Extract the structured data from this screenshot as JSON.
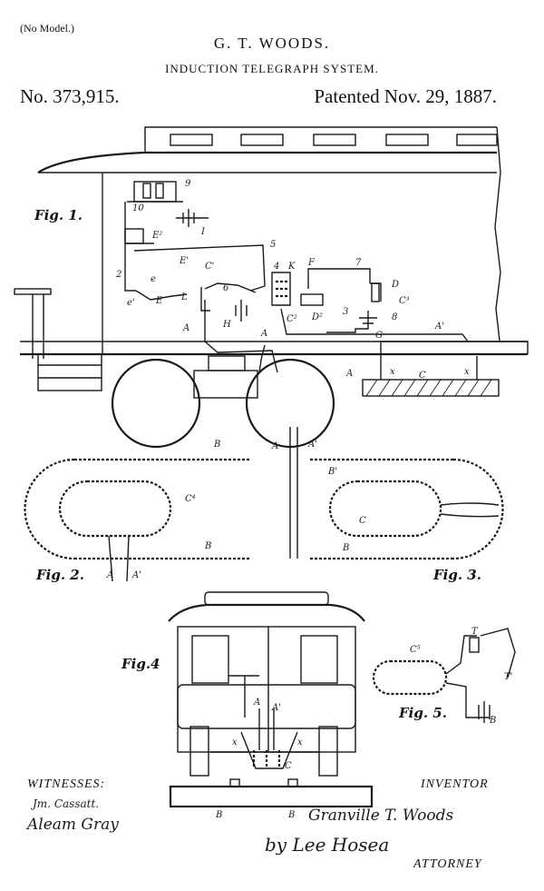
{
  "header": {
    "model_note": "(No Model.)",
    "inventor": "G. T. WOODS.",
    "title": "INDUCTION TELEGRAPH SYSTEM.",
    "patent_number": "No. 373,915.",
    "patented_date": "Patented Nov. 29, 1887."
  },
  "figures": {
    "fig1": "Fig. 1.",
    "fig2": "Fig. 2.",
    "fig3": "Fig. 3.",
    "fig4": "Fig.4",
    "fig5": "Fig. 5."
  },
  "reference_labels": {
    "fig1": [
      "9",
      "10",
      "I",
      "E²",
      "5",
      "2",
      "E'",
      "C'",
      "6",
      "4",
      "K",
      "F",
      "7",
      "D",
      "C³",
      "3",
      "8",
      "G",
      "D²",
      "C²",
      "e",
      "E",
      "L",
      "e'",
      "H",
      "A",
      "A",
      "A'",
      "A",
      "x",
      "C",
      "x"
    ],
    "fig2_3": [
      "B",
      "A",
      "A'",
      "B'",
      "C⁴",
      "C",
      "B",
      "B",
      "A",
      "A'"
    ],
    "fig4": [
      "A",
      "A'",
      "x",
      "x",
      "C",
      "B",
      "B"
    ],
    "fig5": [
      "C⁵",
      "T",
      "T'",
      "B"
    ]
  },
  "footer": {
    "witnesses_label": "WITNESSES:",
    "inventor_label": "INVENTOR",
    "attorney_label": "ATTORNEY",
    "witness_signature_1": "Jm. Cassatt.",
    "witness_signature_2": "Aleam Gray",
    "inventor_signature": "Granville T. Woods",
    "attorney_signature": "by Lee Hosea"
  }
}
